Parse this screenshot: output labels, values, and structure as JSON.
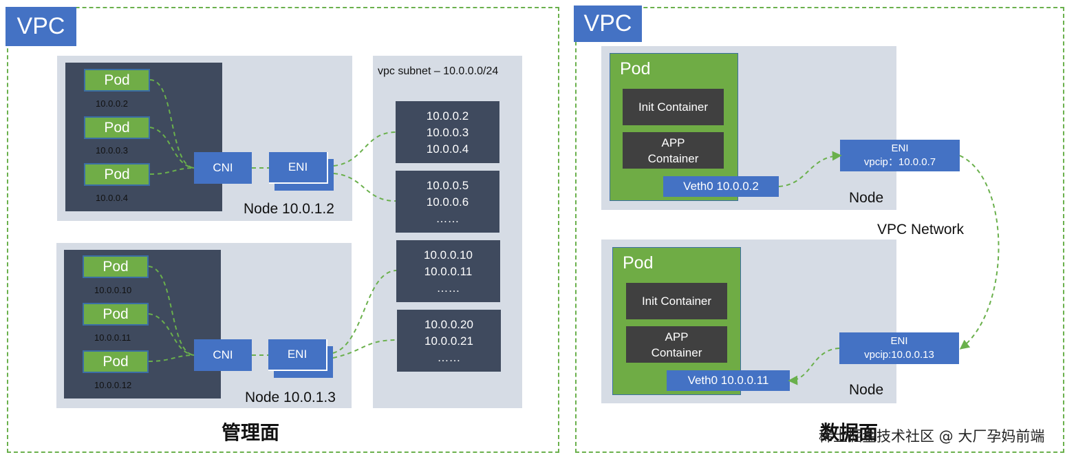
{
  "left": {
    "vpc_label": "VPC",
    "subnet_title": "vpc subnet – 10.0.0.0/24",
    "caption": "管理面",
    "nodes": [
      {
        "label": "Node 10.0.1.2",
        "pods": [
          {
            "label": "Pod",
            "ip": "10.0.0.2"
          },
          {
            "label": "Pod",
            "ip": "10.0.0.3"
          },
          {
            "label": "Pod",
            "ip": "10.0.0.4"
          }
        ],
        "cni": "CNI",
        "eni": "ENI"
      },
      {
        "label": "Node 10.0.1.3",
        "pods": [
          {
            "label": "Pod",
            "ip": "10.0.0.10"
          },
          {
            "label": "Pod",
            "ip": "10.0.0.11"
          },
          {
            "label": "Pod",
            "ip": "10.0.0.12"
          }
        ],
        "cni": "CNI",
        "eni": "ENI"
      }
    ],
    "subnet_blocks": [
      [
        "10.0.0.2",
        "10.0.0.3",
        "10.0.0.4"
      ],
      [
        "10.0.0.5",
        "10.0.0.6",
        "……"
      ],
      [
        "10.0.0.10",
        "10.0.0.11",
        "……"
      ],
      [
        "10.0.0.20",
        "10.0.0.21",
        "……"
      ]
    ]
  },
  "right": {
    "vpc_label": "VPC",
    "network_label": "VPC Network",
    "nodes": [
      {
        "label": "Node",
        "pod_title": "Pod",
        "init_container": "Init Container",
        "app_container": [
          "APP",
          "Container"
        ],
        "veth": "Veth0 10.0.0.2",
        "eni": [
          "ENI",
          "vpcip：10.0.0.7"
        ]
      },
      {
        "label": "Node",
        "pod_title": "Pod",
        "init_container": "Init Container",
        "app_container": [
          "APP",
          "Container"
        ],
        "veth": "Veth0 10.0.0.11",
        "eni": [
          "ENI",
          "vpcip:10.0.0.13"
        ]
      }
    ]
  },
  "watermark": "稀土掘金技术社区 @ 大厂孕妈前端",
  "overlay_caption": "数据面",
  "colors": {
    "vpc_blue": "#4472c4",
    "pod_green": "#70ad47",
    "node_bg": "#d6dce5",
    "dark_panel": "#3f4a5e",
    "container_dark": "#404040",
    "dash_green": "#6ab04c"
  }
}
